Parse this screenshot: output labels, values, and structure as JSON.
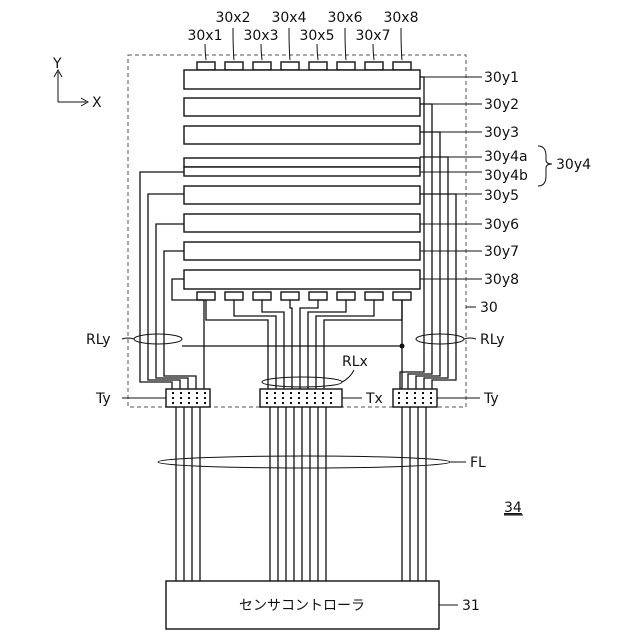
{
  "axes": {
    "y": "Y",
    "x": "X"
  },
  "x_electrodes": [
    "30x1",
    "30x2",
    "30x3",
    "30x4",
    "30x5",
    "30x6",
    "30x7",
    "30x8"
  ],
  "y_electrodes": [
    "30y1",
    "30y2",
    "30y3",
    "30y4a",
    "30y4b",
    "30y5",
    "30y6",
    "30y7",
    "30y8"
  ],
  "y4_group": "30y4",
  "region_label": "30",
  "routing_y_left": "RLy",
  "routing_y_right": "RLy",
  "routing_x": "RLx",
  "terminal_y_left": "Ty",
  "terminal_x": "Tx",
  "terminal_y_right": "Ty",
  "flex_label": "FL",
  "figure_number": "34",
  "controller": {
    "label": "センサコントローラ",
    "ref": "31"
  }
}
